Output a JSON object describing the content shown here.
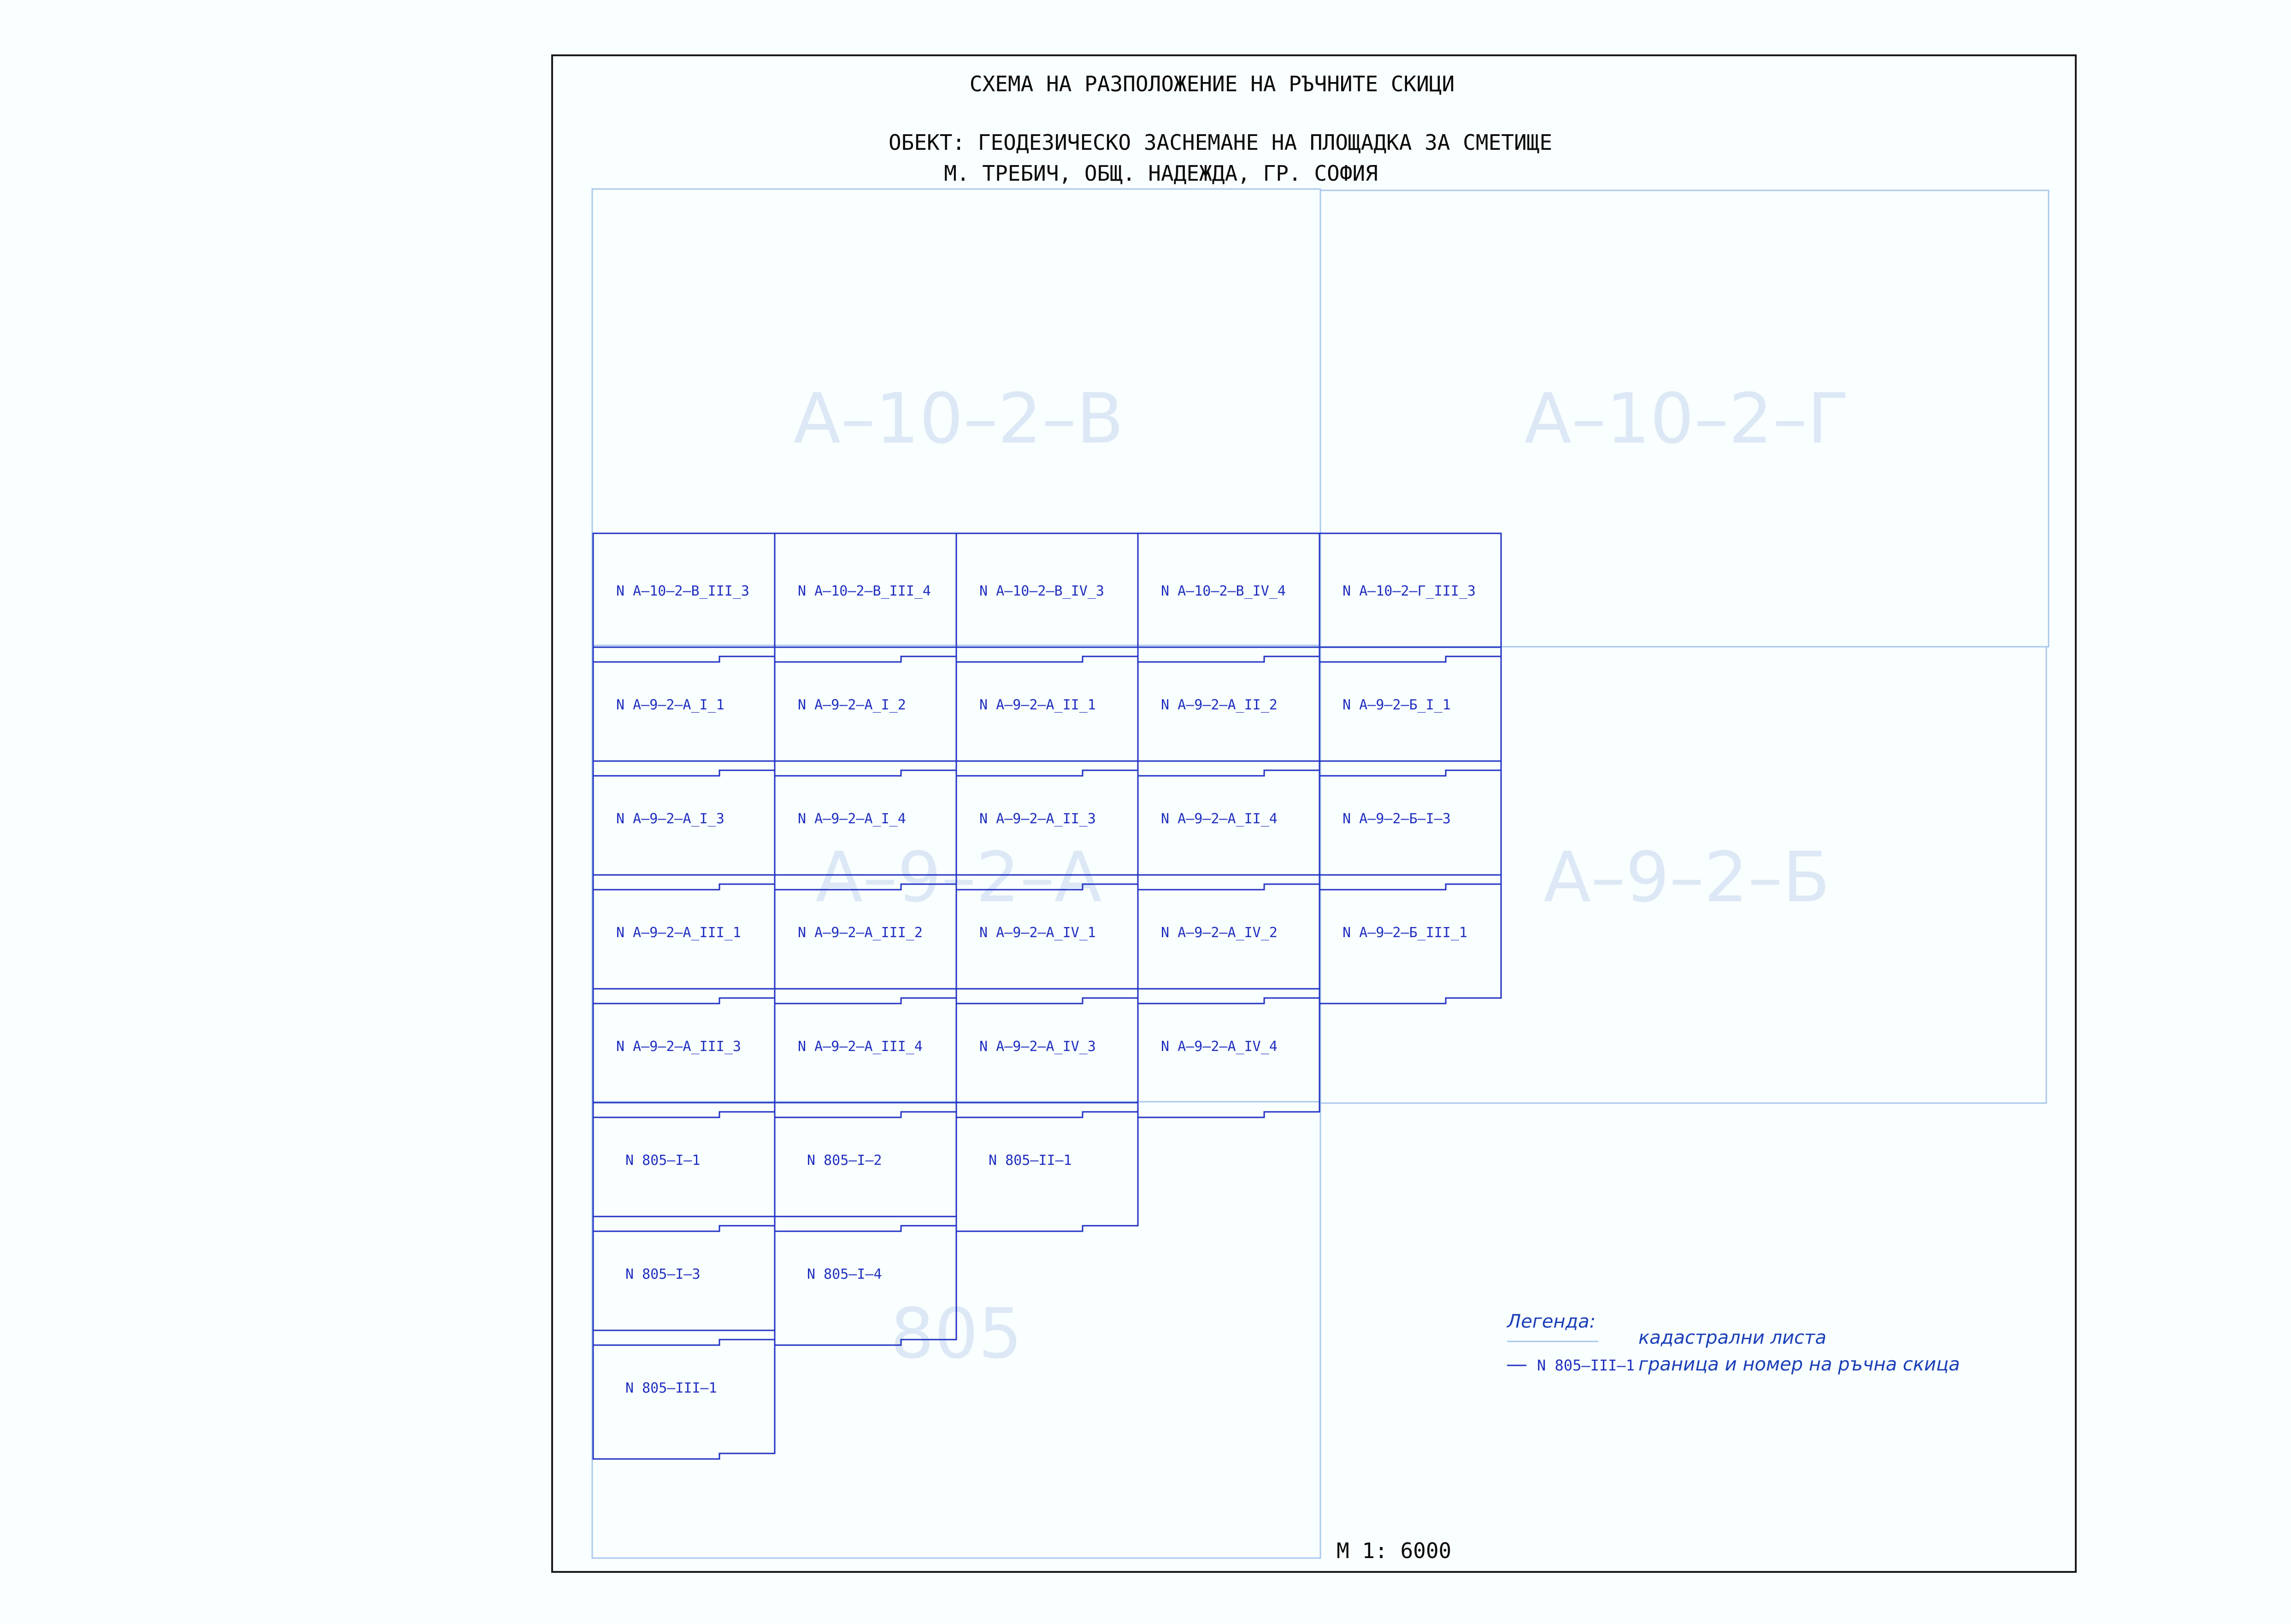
{
  "title": "СХЕМА НА РАЗПОЛОЖЕНИЕ НА РЪЧНИТЕ СКИЦИ",
  "object_line1": "ОБЕКТ:  ГЕОДЕЗИЧЕСКО ЗАСНЕМАНЕ НА ПЛОЩАДКА ЗА СМЕТИЩЕ",
  "object_line2": "М. ТРЕБИЧ, ОБЩ. НАДЕЖДА, ГР. СОФИЯ",
  "sheets": {
    "a10_2_v": "А–10–2–В",
    "a10_2_g": "А–10–2–Г",
    "a9_2_a": "А–9–2–А",
    "a9_2_b": "А–9–2–Б",
    "s805": "805"
  },
  "sketches": {
    "r0": [
      "N А–10–2–В_III_3",
      "N А–10–2–В_III_4",
      "N А–10–2–В_IV_3",
      "N А–10–2–В_IV_4",
      "N А–10–2–Г_III_3"
    ],
    "r1": [
      "N А–9–2–А_I_1",
      "N А–9–2–А_I_2",
      "N А–9–2–А_II_1",
      "N А–9–2–А_II_2",
      "N А–9–2–Б_I_1"
    ],
    "r2": [
      "N А–9–2–А_I_3",
      "N А–9–2–А_I_4",
      "N А–9–2–А_II_3",
      "N А–9–2–А_II_4",
      "N А–9–2–Б–I–3"
    ],
    "r3": [
      "N А–9–2–А_III_1",
      "N А–9–2–А_III_2",
      "N А–9–2–А_IV_1",
      "N А–9–2–А_IV_2",
      "N А–9–2–Б_III_1"
    ],
    "r4": [
      "N А–9–2–А_III_3",
      "N А–9–2–А_III_4",
      "N А–9–2–А_IV_3",
      "N А–9–2–А_IV_4"
    ],
    "r5": [
      "N 805–I–1",
      "N 805–I–2",
      "N 805–II–1"
    ],
    "r6": [
      "N 805–I–3",
      "N 805–I–4"
    ],
    "r7": [
      "N 805–III–1"
    ]
  },
  "legend": {
    "heading": "Легенда:",
    "cadastral": "кадастрални листа",
    "sample_number": "N 805–III–1",
    "sketch_boundary": "граница и номер на ръчна скица"
  },
  "scale": "М  1: 6000",
  "colors": {
    "frame": "#1a1a1a",
    "cadastral_line": "#a9c8ec",
    "sketch_line": "#2233c4",
    "sheet_label": "#dde8f6"
  }
}
